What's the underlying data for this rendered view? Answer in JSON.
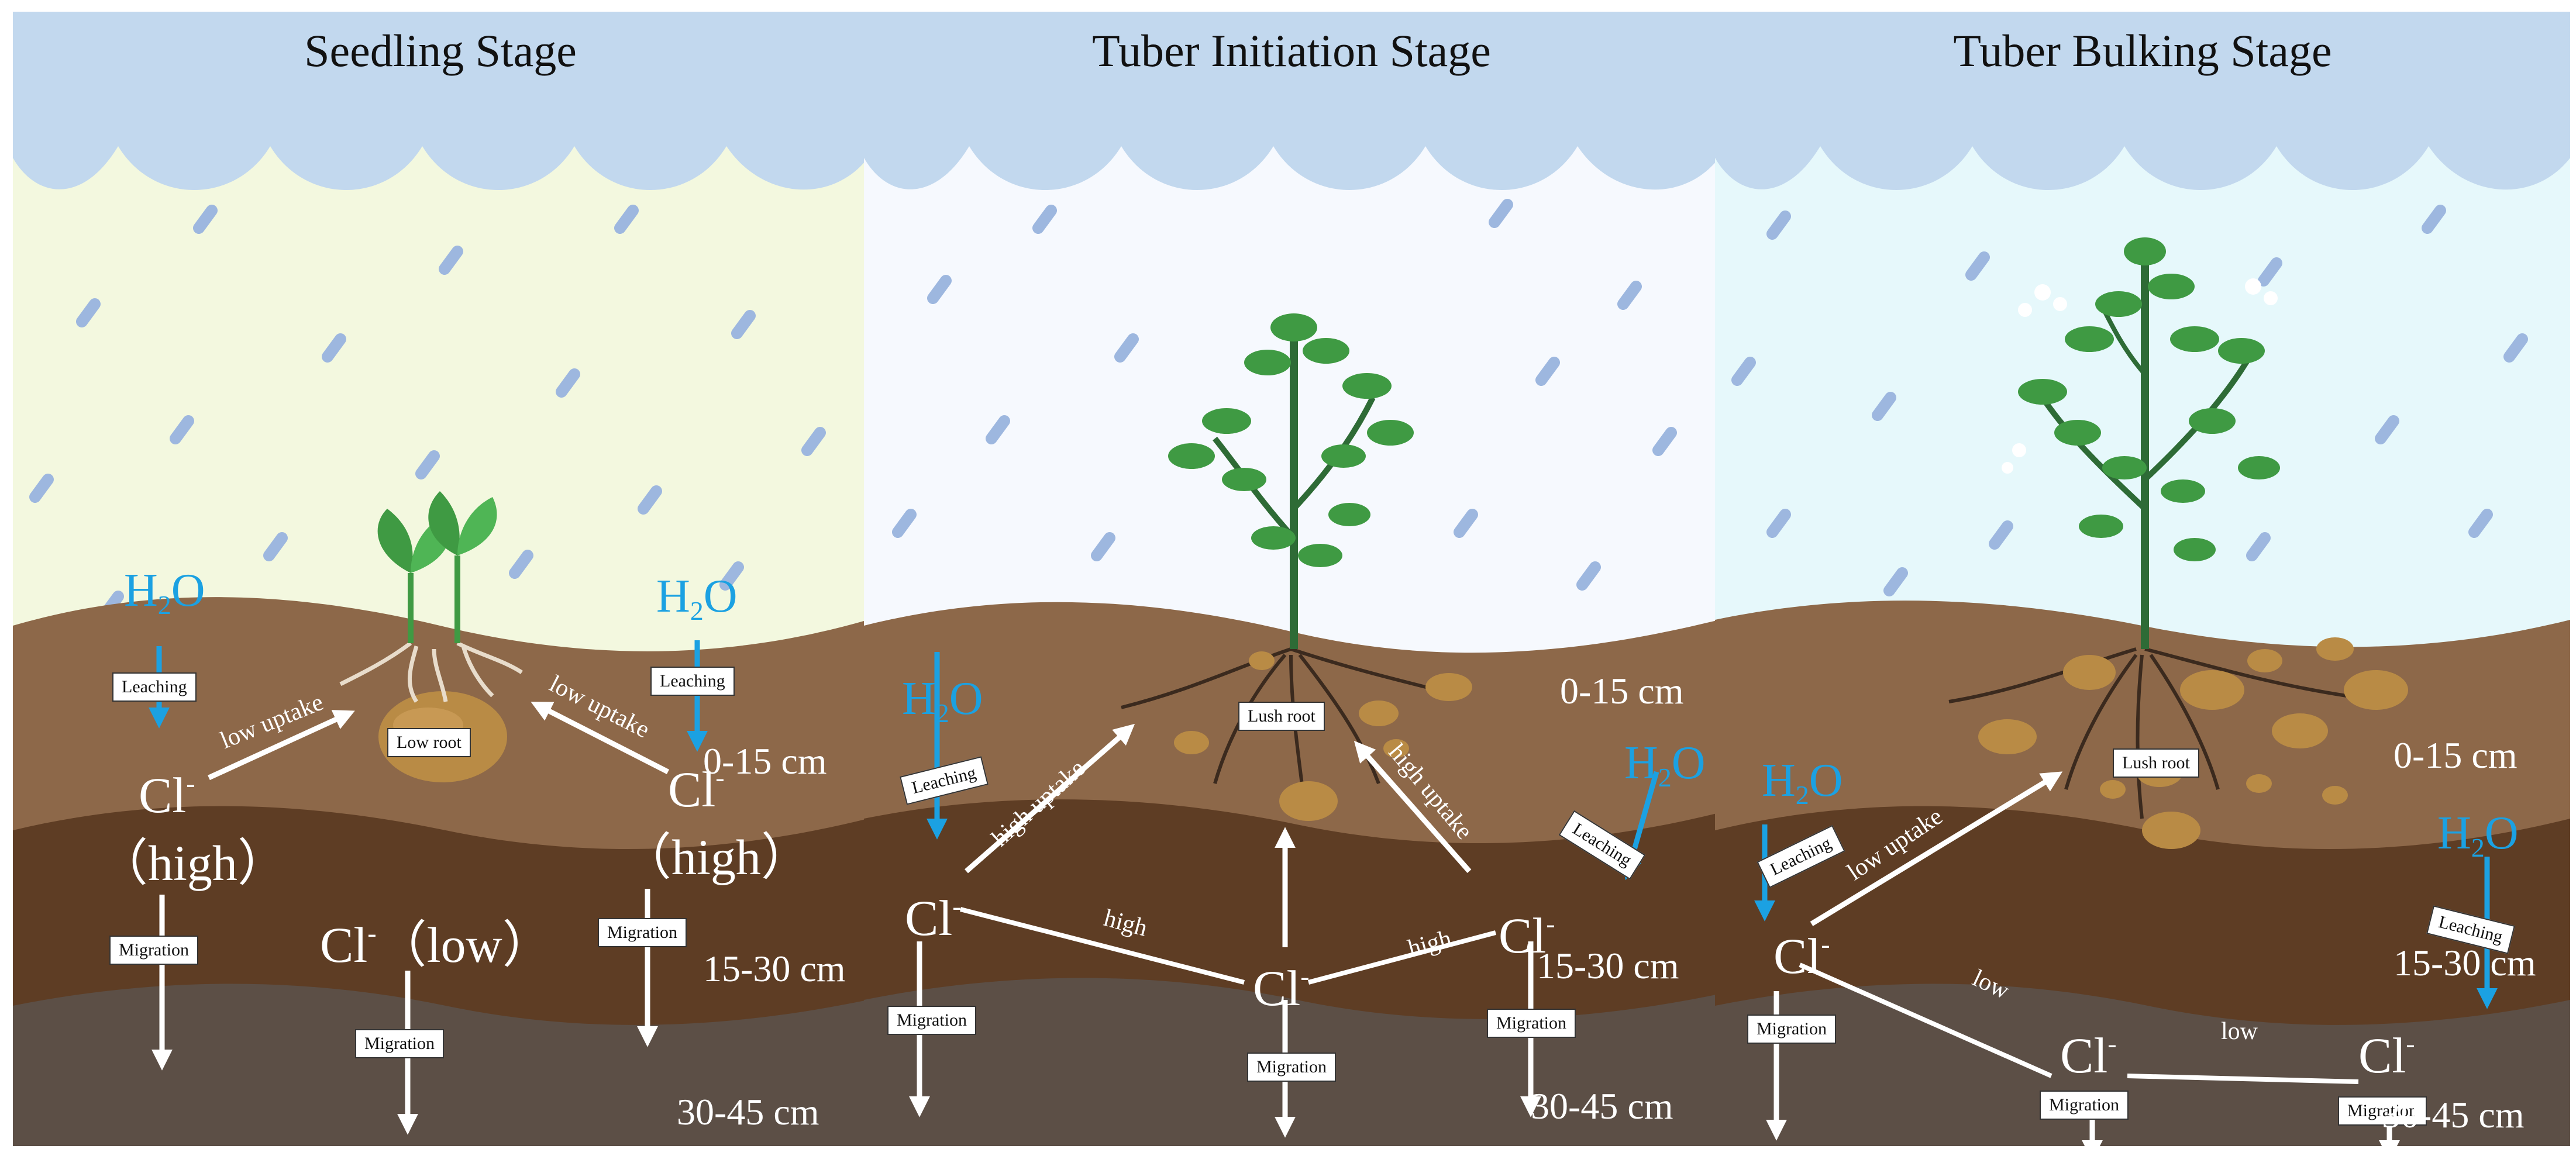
{
  "panels": [
    {
      "title": "Seedling Stage",
      "colors": {
        "sky": "#f3f8df",
        "cloud": "#c2d8ee"
      },
      "h2o": [
        "H",
        "2",
        "O"
      ],
      "boxes": {
        "leaching": "Leaching",
        "root": "Low root",
        "migration": "Migration"
      },
      "cl": "Cl",
      "cl_minus": "-",
      "high": "（high）",
      "low": "（low）",
      "arrows": {
        "uptake": "low uptake"
      },
      "depths": [
        "0-15 cm",
        "15-30 cm",
        "30-45 cm"
      ]
    },
    {
      "title": "Tuber Initiation Stage",
      "colors": {
        "sky": "#f6f9fe",
        "cloud": "#c2d8ee"
      },
      "h2o": [
        "H",
        "2",
        "O"
      ],
      "boxes": {
        "leaching": "Leaching",
        "root": "Lush root",
        "migration": "Migration"
      },
      "cl": "Cl",
      "cl_minus": "-",
      "arrows": {
        "uptake": "high uptake",
        "link": "high"
      },
      "depths": [
        "0-15 cm",
        "15-30 cm",
        "30-45 cm"
      ]
    },
    {
      "title": "Tuber Bulking Stage",
      "colors": {
        "sky": "#e6f8fb",
        "cloud": "#c2d8ee"
      },
      "h2o": [
        "H",
        "2",
        "O"
      ],
      "boxes": {
        "leaching": "Leaching",
        "root": "Lush root",
        "migration": "Migration"
      },
      "cl": "Cl",
      "cl_minus": "-",
      "arrows": {
        "uptake": "low uptake",
        "link": "low"
      },
      "depths": [
        "0-15 cm",
        "15-30 cm",
        "30-45 cm"
      ]
    }
  ],
  "colors": {
    "soil_top": "#8d6849",
    "soil_mid": "#5e3d24",
    "soil_bottom": "#5c4f46",
    "leaf": "#3f9a43",
    "stem": "#2e6b36",
    "tuber": "#b98b45",
    "water": "#1ba1e2",
    "rain": "#9db7df"
  }
}
